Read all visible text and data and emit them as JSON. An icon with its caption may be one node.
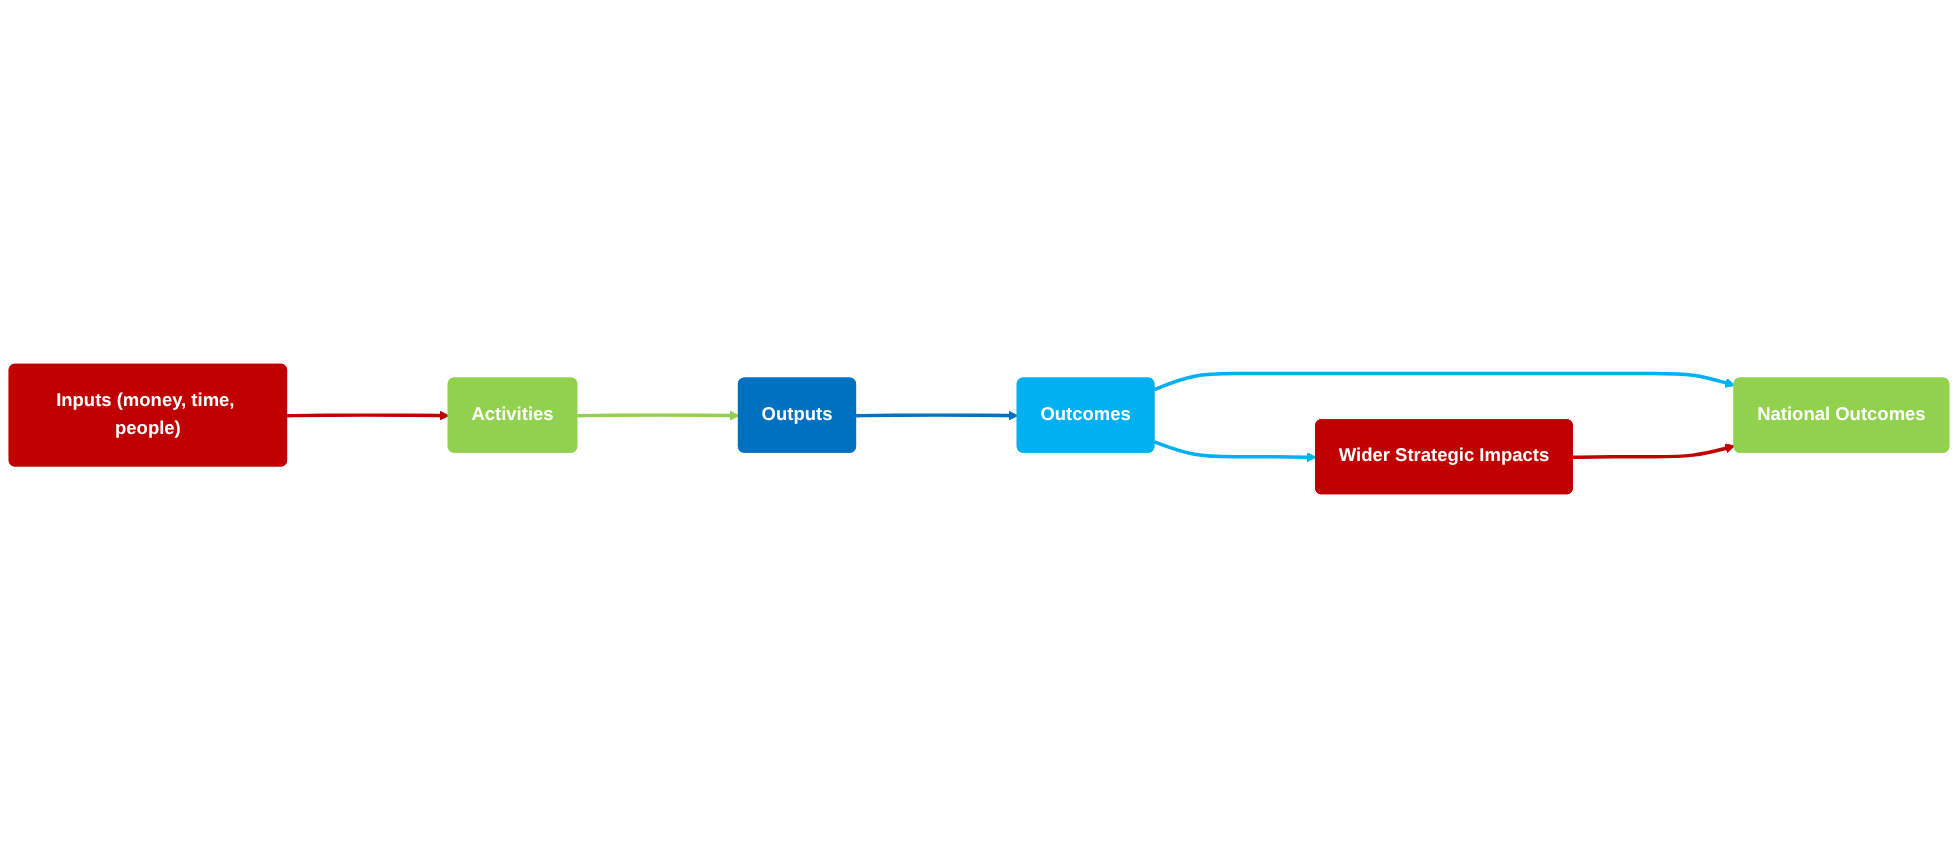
{
  "diagram": {
    "nodes": [
      {
        "text": [
          "Inputs (money, time, people)"
        ]
      },
      {
        "text": [
          "Activities"
        ]
      },
      {
        "text": [
          "Outputs"
        ]
      },
      {
        "text": [
          "Outcomes"
        ]
      },
      {
        "text": [
          "National Outcomes"
        ]
      },
      {
        "text": [
          "Wider Strategic Impacts"
        ]
      }
    ],
    "edges": [
      {
        "from": 0,
        "to": 1,
        "arrow": "to",
        "color": "#c00000"
      },
      {
        "from": 1,
        "to": 2,
        "arrow": "to",
        "color": "#92d050"
      },
      {
        "from": 2,
        "to": 3,
        "arrow": "to",
        "color": "#0070c0"
      },
      {
        "from": 3,
        "to": 4,
        "arrow": "to",
        "color": "#00b0f0"
      },
      {
        "from": 3,
        "to": 5,
        "arrow": "to",
        "color": "#00b0f0"
      },
      {
        "from": 5,
        "to": 4,
        "arrow": "to",
        "color": "#c00000"
      }
    ]
  }
}
